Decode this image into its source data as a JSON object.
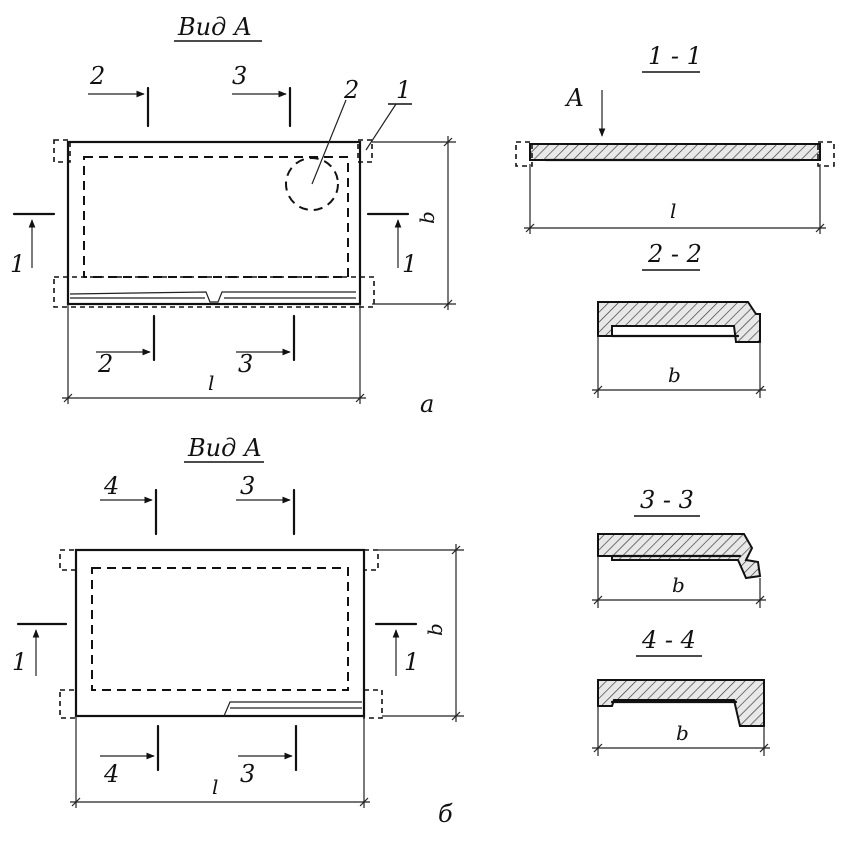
{
  "view_a_label_top": "Вид А",
  "view_a_label_bottom": "Вид А",
  "section_1_1": "1 - 1",
  "section_2_2": "2 - 2",
  "section_3_3": "3 - 3",
  "section_4_4": "4 - 4",
  "cut_2": "2",
  "cut_3": "3",
  "cut_4": "4",
  "cut_1": "1",
  "callout_2": "2",
  "callout_1": "1",
  "dim_l": "l",
  "dim_b": "b",
  "arrow_a": "А",
  "variant_a": "а",
  "variant_b": "б"
}
